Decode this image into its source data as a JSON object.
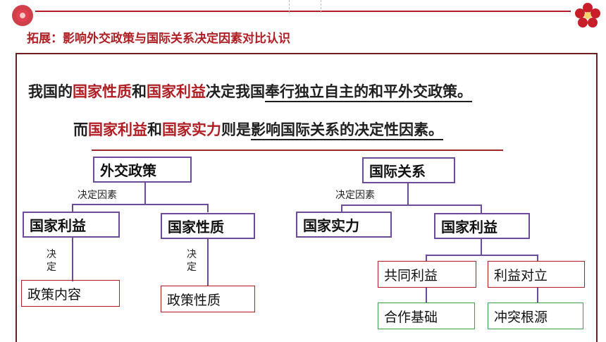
{
  "title": "拓展：影响外交政策与国际关系决定因素对比认识",
  "statements": {
    "s1": {
      "a": "我国的",
      "b": "国家性质",
      "c": "和",
      "d": "国家利益",
      "e": "决定我国",
      "f": "奉行独立自主的和平外交政策。"
    },
    "s2": {
      "a": "而",
      "b": "国家利益",
      "c": "和",
      "d": "国家实力",
      "e": "则是",
      "f": "影响国际关系的决定性因素。"
    }
  },
  "left_tree": {
    "root": "外交政策",
    "branch_label": "决定因素",
    "node1": "国家利益",
    "node2": "国家性质",
    "decide": "决定",
    "leaf1": "政策内容",
    "leaf2": "政策性质"
  },
  "right_tree": {
    "root": "国际关系",
    "branch_label": "决定因素",
    "node1": "国家实力",
    "node2": "国家利益",
    "leaf1": "共同利益",
    "leaf2": "利益对立",
    "leaf3": "合作基础",
    "leaf4": "冲突根源"
  },
  "colors": {
    "accent_red": "#b01e24",
    "purple": "#6d4a9a",
    "green": "#3aa24a"
  }
}
